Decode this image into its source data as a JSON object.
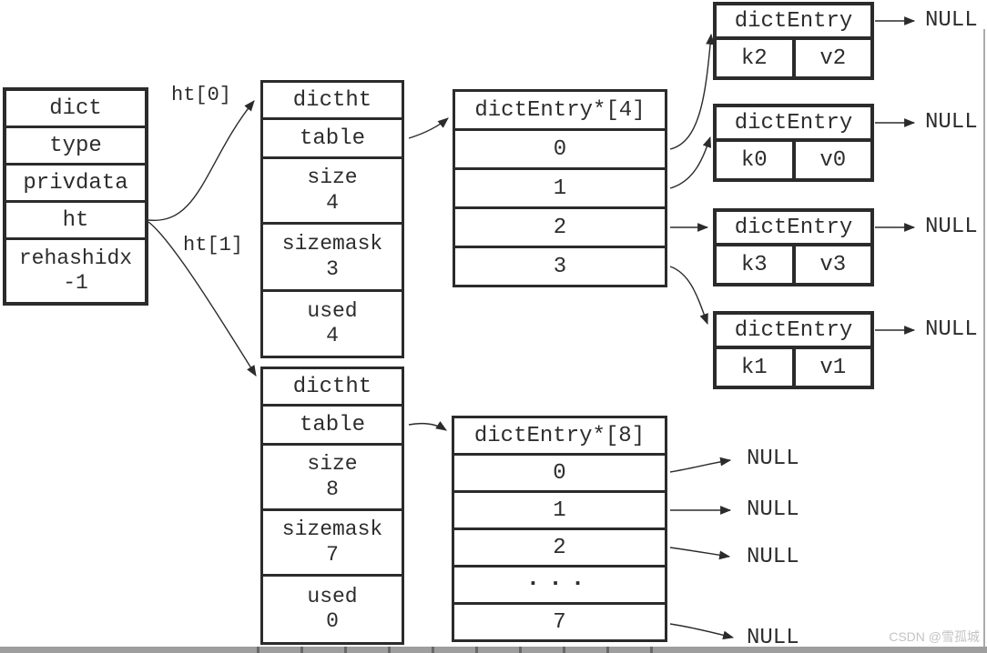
{
  "dict": {
    "rows": {
      "title": "dict",
      "type": "type",
      "privdata": "privdata",
      "ht": "ht",
      "rehashidx_label": "rehashidx",
      "rehashidx_value": "-1"
    }
  },
  "pointers": {
    "ht0": "ht[0]",
    "ht1": "ht[1]"
  },
  "ht0": {
    "title": "dictht",
    "table": "table",
    "size_label": "size",
    "size_value": "4",
    "sizemask_label": "sizemask",
    "sizemask_value": "3",
    "used_label": "used",
    "used_value": "4"
  },
  "ht1": {
    "title": "dictht",
    "table": "table",
    "size_label": "size",
    "size_value": "8",
    "sizemask_label": "sizemask",
    "sizemask_value": "7",
    "used_label": "used",
    "used_value": "0"
  },
  "buckets4": {
    "title": "dictEntry*[4]",
    "slots": [
      "0",
      "1",
      "2",
      "3"
    ]
  },
  "buckets8": {
    "title": "dictEntry*[8]",
    "slots": [
      "0",
      "1",
      "2",
      "...",
      "7"
    ]
  },
  "entries": [
    {
      "title": "dictEntry",
      "key": "k2",
      "value": "v2",
      "next": "NULL"
    },
    {
      "title": "dictEntry",
      "key": "k0",
      "value": "v0",
      "next": "NULL"
    },
    {
      "title": "dictEntry",
      "key": "k3",
      "value": "v3",
      "next": "NULL"
    },
    {
      "title": "dictEntry",
      "key": "k1",
      "value": "v1",
      "next": "NULL"
    }
  ],
  "null8": [
    "NULL",
    "NULL",
    "NULL",
    "NULL"
  ],
  "watermark": "CSDN @雪孤城",
  "colors": {
    "line": "#2b2b2b",
    "background": "#ffffff",
    "watermark": "#c4c4c4",
    "bottom_band": "#9e9e9e"
  }
}
